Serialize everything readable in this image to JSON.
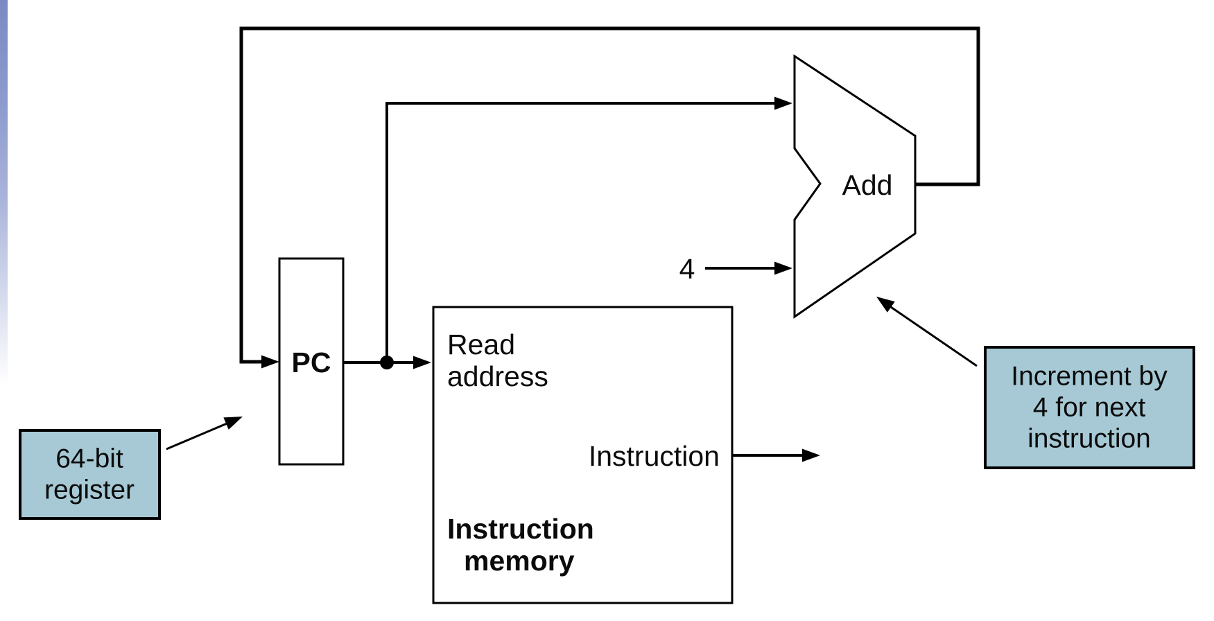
{
  "colors": {
    "callout_fill": "#a6c9d5",
    "line": "#000000",
    "edge_bar_top": "#7b8ac3"
  },
  "diagram": {
    "pc_label": "PC",
    "adder_label": "Add",
    "adder_input_constant": "4",
    "memory": {
      "port_line1": "Read",
      "port_line2": "address",
      "output_label": "Instruction",
      "name_line1": "Instruction",
      "name_line2": "memory"
    },
    "callout_register": {
      "line1": "64-bit",
      "line2": "register"
    },
    "callout_increment": {
      "line1": "Increment by",
      "line2": "4 for next",
      "line3": "instruction"
    }
  }
}
